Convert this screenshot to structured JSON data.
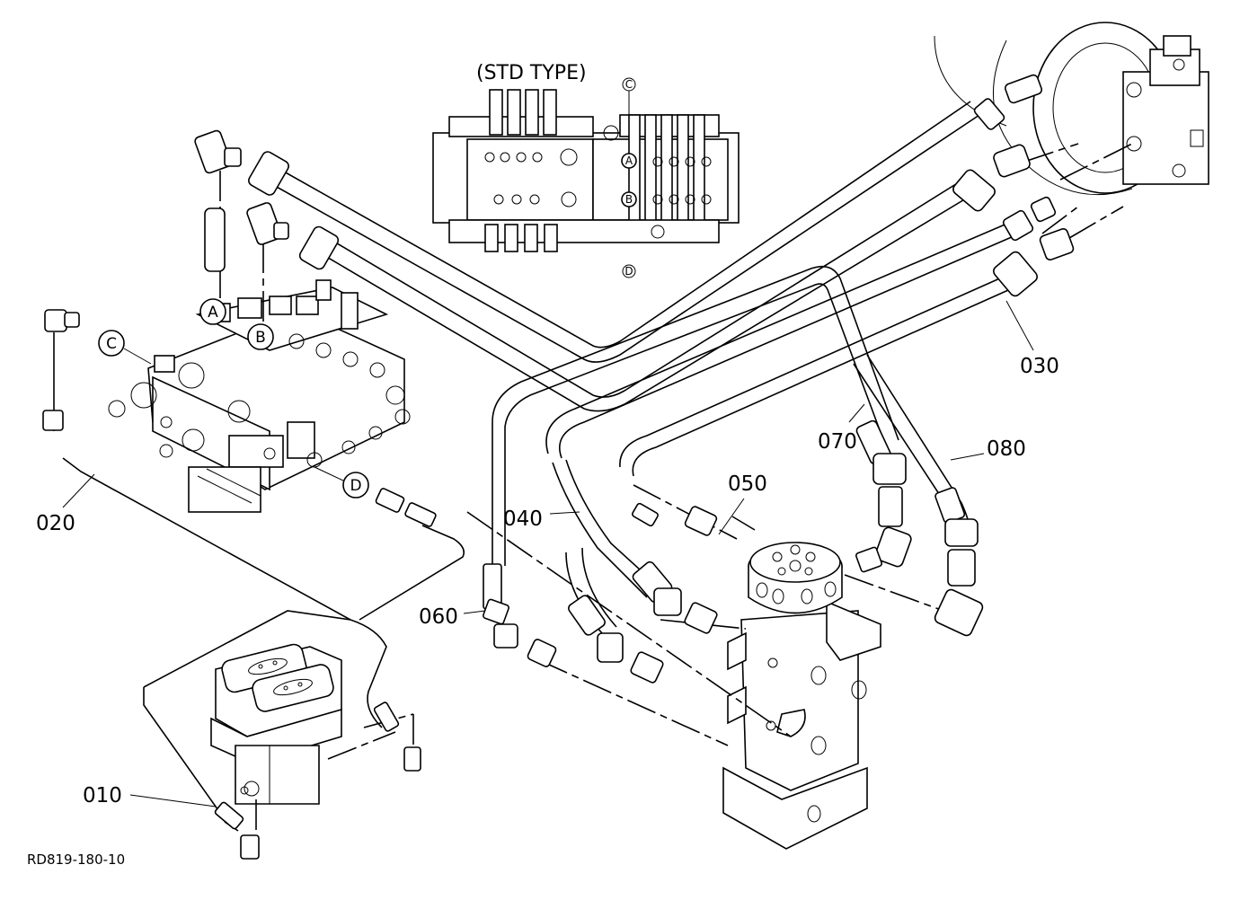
{
  "diagram": {
    "inset_title": "(STD TYPE)",
    "drawing_code": "RD819-180-10",
    "part_labels": [
      "010",
      "020",
      "030",
      "040",
      "050",
      "060",
      "070",
      "080"
    ],
    "connection_markers": [
      "A",
      "B",
      "C",
      "D"
    ],
    "inset_markers": [
      "A",
      "B",
      "C",
      "D"
    ],
    "line_color": "#000000",
    "background_color": "#ffffff"
  }
}
